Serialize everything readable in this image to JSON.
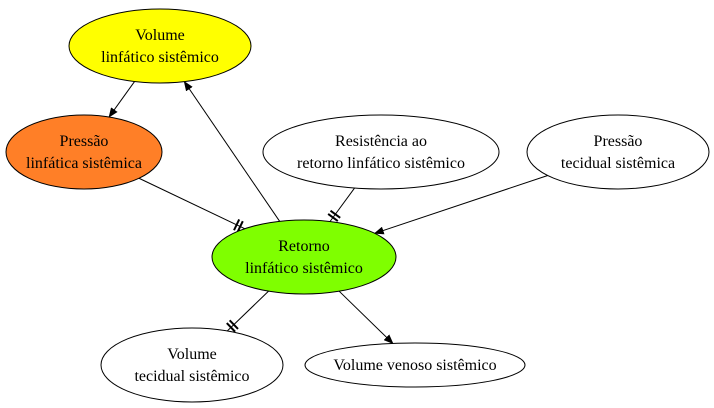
{
  "nodes": [
    {
      "id": "volume_linfatico",
      "lines": [
        "Volume",
        "linfático sistêmico"
      ],
      "fill": "#ffff00"
    },
    {
      "id": "pressao_linfatica",
      "lines": [
        "Pressão",
        "linfática sistêmica"
      ],
      "fill": "#ff7f27"
    },
    {
      "id": "resistencia",
      "lines": [
        "Resistência ao",
        "retorno linfático sistêmico"
      ],
      "fill": "#ffffff"
    },
    {
      "id": "pressao_tecidual",
      "lines": [
        "Pressão",
        "tecidual sistêmica"
      ],
      "fill": "#ffffff"
    },
    {
      "id": "retorno_linfatico",
      "lines": [
        "Retorno",
        "linfático sistêmico"
      ],
      "fill": "#7fff00"
    },
    {
      "id": "volume_tecidual",
      "lines": [
        "Volume",
        "tecidual sistêmico"
      ],
      "fill": "#ffffff"
    },
    {
      "id": "volume_venoso",
      "lines": [
        "Volume venoso sistêmico"
      ],
      "fill": "#ffffff"
    }
  ],
  "edges": [
    {
      "from": "volume_linfatico",
      "to": "pressao_linfatica",
      "kind": "arrow"
    },
    {
      "from": "retorno_linfatico",
      "to": "volume_linfatico",
      "kind": "arrow"
    },
    {
      "from": "pressao_linfatica",
      "to": "retorno_linfatico",
      "kind": "inhibit"
    },
    {
      "from": "resistencia",
      "to": "retorno_linfatico",
      "kind": "inhibit"
    },
    {
      "from": "pressao_tecidual",
      "to": "retorno_linfatico",
      "kind": "arrow"
    },
    {
      "from": "retorno_linfatico",
      "to": "volume_tecidual",
      "kind": "inhibit"
    },
    {
      "from": "retorno_linfatico",
      "to": "volume_venoso",
      "kind": "arrow"
    }
  ]
}
